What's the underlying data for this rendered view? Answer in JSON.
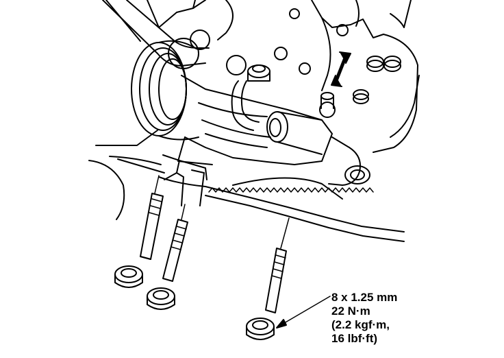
{
  "spec_label": {
    "line1": "8 x 1.25 mm",
    "line2": "22 N·m",
    "line3": "(2.2 kgf·m,",
    "line4": "16 lbf·ft)"
  },
  "colors": {
    "ink": "#000000",
    "paper": "#ffffff"
  }
}
